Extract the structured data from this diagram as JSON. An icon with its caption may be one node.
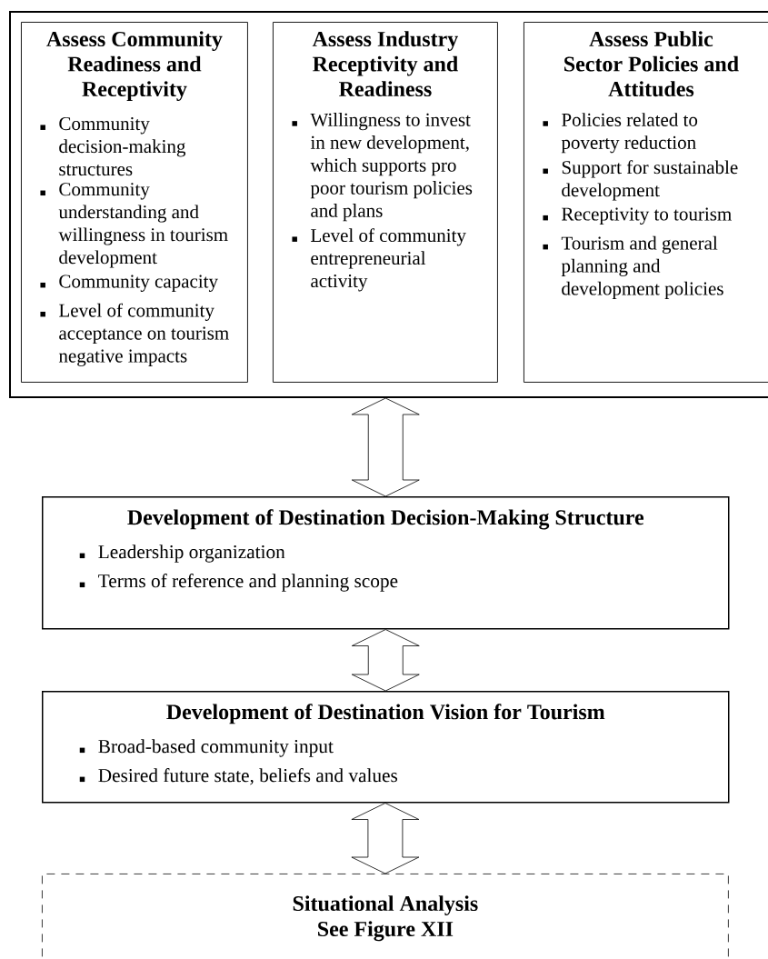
{
  "diagram": {
    "nodes": [
      {
        "text": [],
        "shape": "box"
      },
      {
        "text": [
          "Assess Community Readiness and Receptivity",
          "Community decision-making structures",
          "Community understanding and willingness in tourism development",
          "Community capacity",
          "Level of community acceptance on tourism negative impacts"
        ],
        "in": 0
      },
      {
        "text": [
          "Assess Industry Receptivity and Readiness",
          "Willingness to invest in new development, which supports pro poor tourism policies and plans",
          "Level of community entrepreneurial activity"
        ],
        "in": 0
      },
      {
        "text": [
          "Assess Public Sector Policies and Attitudes",
          "Policies related to poverty reduction",
          "Support for sustainable development",
          "Receptivity to tourism",
          "Tourism and general planning and development policies"
        ],
        "in": 0
      },
      {
        "text": [
          "Development of Destination Decision-Making Structure",
          "Leadership organization",
          "Terms of reference and planning scope"
        ]
      },
      {
        "text": [
          "Development of Destination Vision for Tourism",
          "Broad-based community input",
          "Desired future state, beliefs and values"
        ]
      },
      {
        "text": [
          "Situational Analysis See Figure XII"
        ]
      }
    ],
    "edges": [
      {
        "from": 0,
        "to": 4,
        "arrow": "both"
      },
      {
        "from": 4,
        "to": 5,
        "arrow": "both"
      },
      {
        "from": 5,
        "to": 6,
        "arrow": "both"
      }
    ]
  }
}
